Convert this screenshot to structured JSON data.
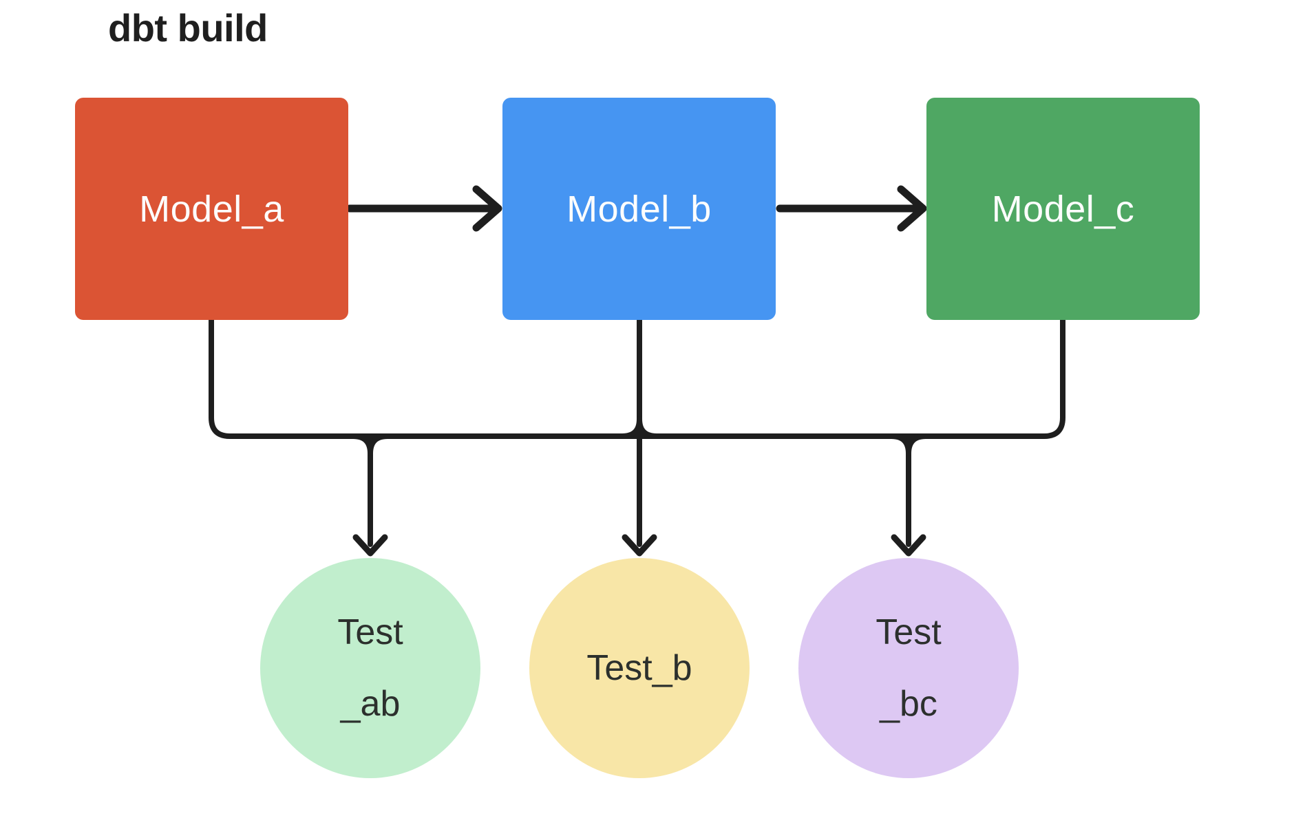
{
  "title": "dbt build",
  "colors": {
    "background": "#ffffff",
    "line": "#1e1e1e",
    "box_text": "#fdfdfd",
    "circle_text": "#2c302d",
    "title_text": "#1f1f1f"
  },
  "models": [
    {
      "id": "model_a",
      "label": "Model_a",
      "color": "#db5434"
    },
    {
      "id": "model_b",
      "label": "Model_b",
      "color": "#4695f2"
    },
    {
      "id": "model_c",
      "label": "Model_c",
      "color": "#4fa763"
    }
  ],
  "tests": [
    {
      "id": "test_ab",
      "lines": [
        "Test",
        "_ab"
      ],
      "color": "#c1eecd"
    },
    {
      "id": "test_b",
      "lines": [
        "Test_b"
      ],
      "color": "#f8e6a7"
    },
    {
      "id": "test_bc",
      "lines": [
        "Test",
        "_bc"
      ],
      "color": "#ddc8f3"
    }
  ],
  "edges": [
    {
      "from": "model_a",
      "to": "model_b",
      "style": "arrow"
    },
    {
      "from": "model_b",
      "to": "model_c",
      "style": "arrow"
    },
    {
      "from": "model_a",
      "to": "shared-bus",
      "style": "line"
    },
    {
      "from": "model_b",
      "to": "shared-bus",
      "style": "line"
    },
    {
      "from": "model_c",
      "to": "shared-bus",
      "style": "line"
    },
    {
      "from": "shared-bus",
      "to": "test_ab",
      "style": "arrow"
    },
    {
      "from": "shared-bus",
      "to": "test_b",
      "style": "arrow"
    },
    {
      "from": "shared-bus",
      "to": "test_bc",
      "style": "arrow"
    }
  ]
}
